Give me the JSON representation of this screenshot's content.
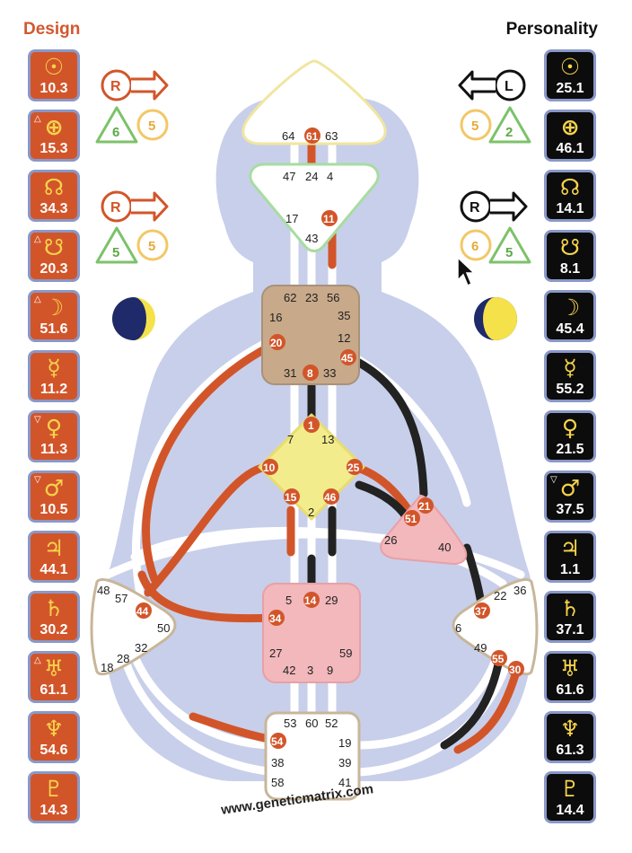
{
  "header": {
    "design": "Design",
    "personality": "Personality"
  },
  "design_planets": [
    {
      "sym": "☉",
      "value": "10.3",
      "mark": ""
    },
    {
      "sym": "⊕",
      "value": "15.3",
      "mark": "△"
    },
    {
      "sym": "☊",
      "value": "34.3",
      "mark": ""
    },
    {
      "sym": "☋",
      "value": "20.3",
      "mark": "△"
    },
    {
      "sym": "☽",
      "value": "51.6",
      "mark": "△"
    },
    {
      "sym": "☿",
      "value": "11.2",
      "mark": ""
    },
    {
      "sym": "♀",
      "value": "11.3",
      "mark": "▽"
    },
    {
      "sym": "♂",
      "value": "10.5",
      "mark": "▽"
    },
    {
      "sym": "♃",
      "value": "44.1",
      "mark": ""
    },
    {
      "sym": "♄",
      "value": "30.2",
      "mark": ""
    },
    {
      "sym": "♅",
      "value": "61.1",
      "mark": "△"
    },
    {
      "sym": "♆",
      "value": "54.6",
      "mark": ""
    },
    {
      "sym": "♇",
      "value": "14.3",
      "mark": ""
    }
  ],
  "personality_planets": [
    {
      "sym": "☉",
      "value": "25.1",
      "mark": ""
    },
    {
      "sym": "⊕",
      "value": "46.1",
      "mark": ""
    },
    {
      "sym": "☊",
      "value": "14.1",
      "mark": ""
    },
    {
      "sym": "☋",
      "value": "8.1",
      "mark": ""
    },
    {
      "sym": "☽",
      "value": "45.4",
      "mark": ""
    },
    {
      "sym": "☿",
      "value": "55.2",
      "mark": ""
    },
    {
      "sym": "♀",
      "value": "21.5",
      "mark": ""
    },
    {
      "sym": "♂",
      "value": "37.5",
      "mark": "▽"
    },
    {
      "sym": "♃",
      "value": "1.1",
      "mark": ""
    },
    {
      "sym": "♄",
      "value": "37.1",
      "mark": ""
    },
    {
      "sym": "♅",
      "value": "61.6",
      "mark": ""
    },
    {
      "sym": "♆",
      "value": "61.3",
      "mark": ""
    },
    {
      "sym": "♇",
      "value": "14.4",
      "mark": ""
    }
  ],
  "variables": {
    "design_top_arrow": "R",
    "design_top_tri": [
      "6",
      "5"
    ],
    "design_bottom_arrow": "R",
    "design_bottom_tri": [
      "5",
      "5"
    ],
    "personality_top_arrow": "L",
    "personality_top_tri": [
      "5",
      "2"
    ],
    "personality_bottom_arrow": "R",
    "personality_bottom_tri": [
      "6",
      "5"
    ]
  },
  "centers": {
    "head": {
      "gates": [
        "64",
        "61",
        "63"
      ],
      "color": "#ffffff"
    },
    "ajna": {
      "gates": [
        "47",
        "24",
        "4",
        "17",
        "11",
        "43"
      ],
      "color": "#ffffff"
    },
    "throat": {
      "gates": [
        "62",
        "23",
        "56",
        "16",
        "35",
        "12",
        "20",
        "45",
        "31",
        "8",
        "33"
      ],
      "color": "#c8a98a"
    },
    "g": {
      "gates": [
        "1",
        "7",
        "13",
        "10",
        "25",
        "15",
        "46",
        "2"
      ],
      "color": "#f3ec8c"
    },
    "heart": {
      "gates": [
        "21",
        "51",
        "26",
        "40"
      ],
      "color": "#f2b8bc"
    },
    "sacral": {
      "gates": [
        "5",
        "14",
        "29",
        "34",
        "27",
        "59",
        "42",
        "3",
        "9"
      ],
      "color": "#f2b8bc"
    },
    "spleen": {
      "gates": [
        "48",
        "57",
        "44",
        "50",
        "32",
        "28",
        "18"
      ],
      "color": "#ffffff"
    },
    "solar": {
      "gates": [
        "36",
        "22",
        "37",
        "6",
        "49",
        "55",
        "30"
      ],
      "color": "#ffffff"
    },
    "root": {
      "gates": [
        "53",
        "60",
        "52",
        "54",
        "19",
        "38",
        "39",
        "58",
        "41"
      ],
      "color": "#ffffff"
    }
  },
  "active_gates": [
    "61",
    "11",
    "20",
    "45",
    "8",
    "1",
    "10",
    "25",
    "15",
    "46",
    "21",
    "51",
    "14",
    "34",
    "44",
    "37",
    "55",
    "30",
    "54"
  ],
  "footer": {
    "url": "www.geneticmatrix.com"
  },
  "colors": {
    "design": "#d2552a",
    "personality": "#0c0c0c",
    "body": "#c8cfea"
  }
}
